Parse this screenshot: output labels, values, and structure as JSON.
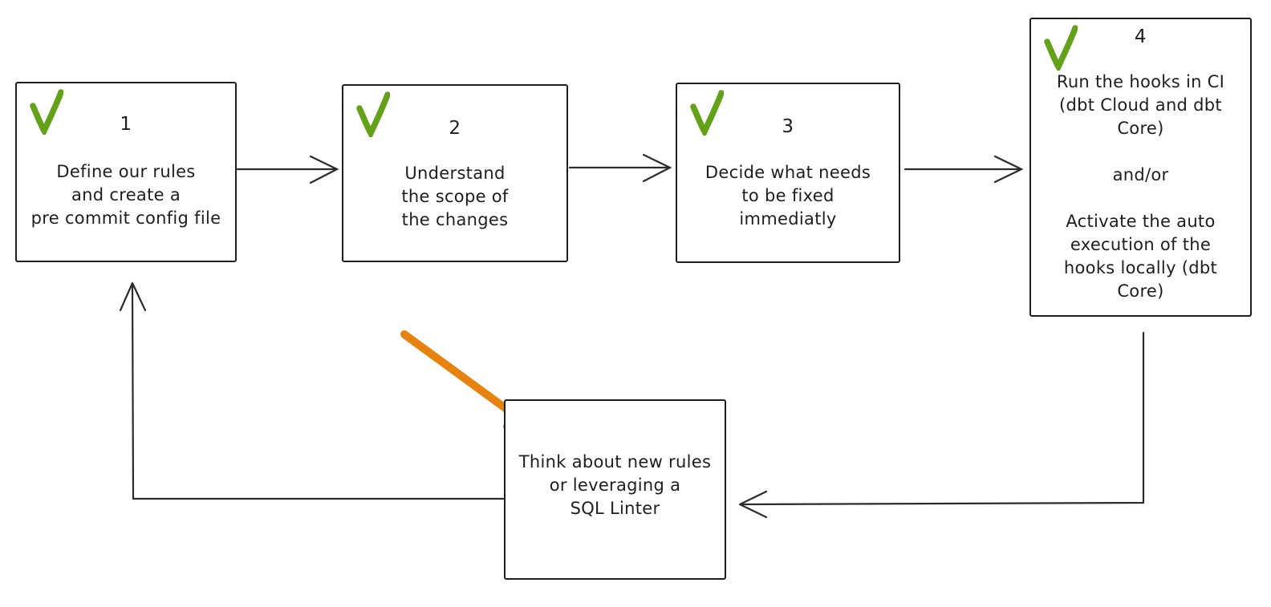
{
  "diagram": {
    "background_color": "#ffffff",
    "stroke_color": "#2b2b2b",
    "text_color": "#1e1e1e",
    "check_color": "#63a118",
    "highlight_arrow_color": "#e8820e"
  },
  "steps": [
    {
      "number": "1",
      "checked": true,
      "lines": [
        "Define our rules",
        "and create a",
        "pre commit config file"
      ]
    },
    {
      "number": "2",
      "checked": true,
      "lines": [
        "Understand",
        "the scope of",
        "the changes"
      ]
    },
    {
      "number": "3",
      "checked": true,
      "lines": [
        "Decide what needs",
        "to be fixed",
        "immediatly"
      ]
    },
    {
      "number": "4",
      "checked": true,
      "lines": [
        "Run the hooks in CI",
        "(dbt Cloud and dbt",
        "Core)",
        "",
        "and/or",
        "",
        "Activate the auto",
        "execution of the",
        "hooks locally (dbt",
        "Core)"
      ]
    }
  ],
  "loop_box": {
    "lines": [
      "Think about new rules",
      "or leveraging a",
      "SQL Linter"
    ]
  }
}
